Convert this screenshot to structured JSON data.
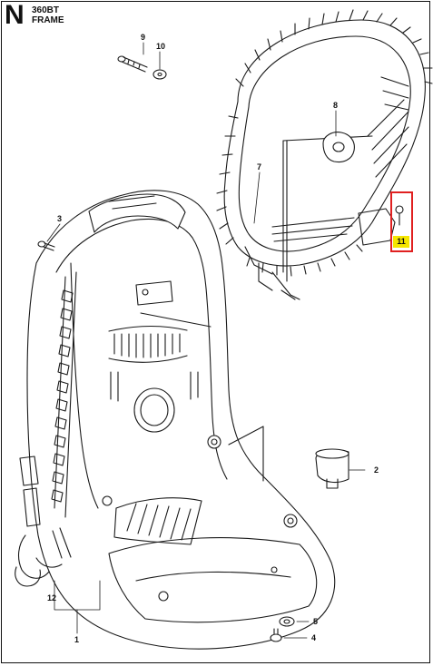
{
  "header": {
    "section_letter": "N",
    "model": "360BT",
    "title": "FRAME"
  },
  "callouts": [
    {
      "number": "1"
    },
    {
      "number": "2"
    },
    {
      "number": "3"
    },
    {
      "number": "4"
    },
    {
      "number": "5"
    },
    {
      "number": "7"
    },
    {
      "number": "8"
    },
    {
      "number": "9"
    },
    {
      "number": "10"
    },
    {
      "number": "11"
    },
    {
      "number": "12"
    }
  ],
  "highlight": {
    "part_number": "11",
    "border_color": "#e02020",
    "label_background": "#f5e600"
  }
}
